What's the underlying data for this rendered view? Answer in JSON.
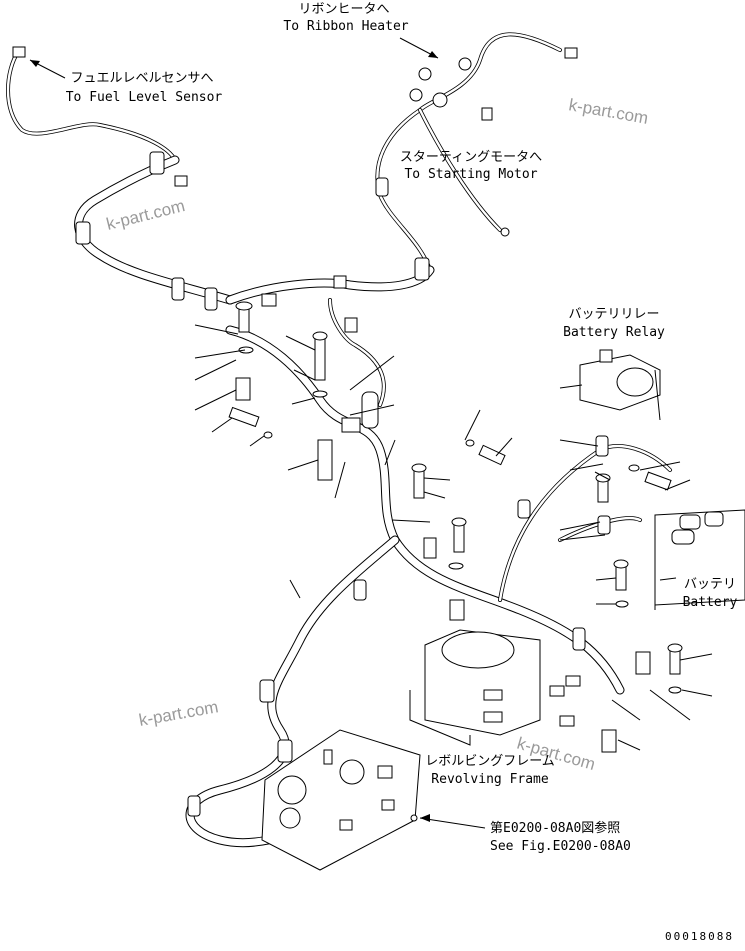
{
  "labels": {
    "ribbon_heater_jp": "リボンヒータへ",
    "ribbon_heater_en": "To Ribbon Heater",
    "fuel_sensor_jp": "フュエルレベルセンサへ",
    "fuel_sensor_en": "To Fuel Level Sensor",
    "starting_motor_jp": "スターティングモータへ",
    "starting_motor_en": "To Starting Motor",
    "battery_relay_jp": "バッテリリレー",
    "battery_relay_en": "Battery Relay",
    "battery_jp": "バッテリ",
    "battery_en": "Battery",
    "revolving_frame_jp": "レボルビングフレーム",
    "revolving_frame_en": "Revolving Frame",
    "see_fig_jp": "第E0200-08A0図参照",
    "see_fig_en": "See Fig.E0200-08A0"
  },
  "watermarks": [
    "k-part.com",
    "k-part.com",
    "k-part.com",
    "k-part.com"
  ],
  "figure_number": "00018088"
}
